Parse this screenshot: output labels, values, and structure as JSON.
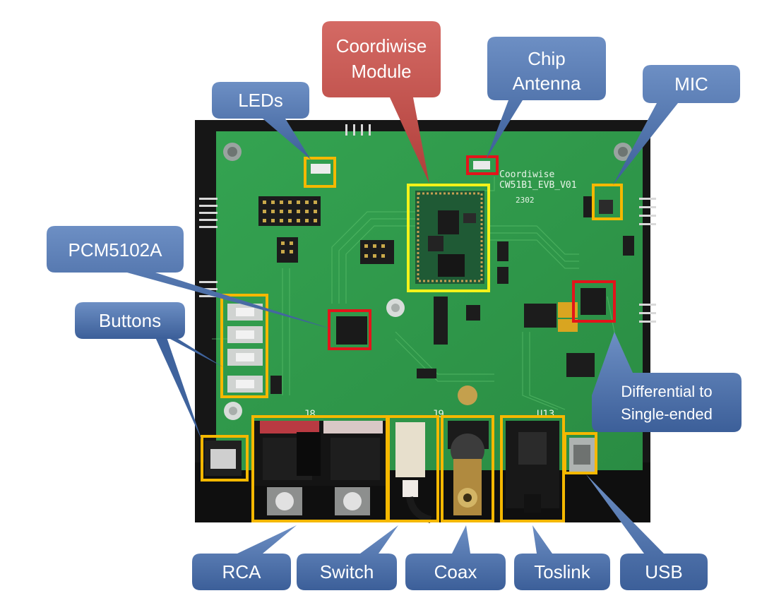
{
  "colors": {
    "blue_callout": "#4a6fa8",
    "red_callout": "#c24a45",
    "yellow_box": "#f5b800",
    "bright_yellow_box": "#f3f21a",
    "red_box": "#e3141b",
    "pcb_green": "#2f9a4a"
  },
  "board": {
    "silkscreen_brand": "Coordiwise",
    "silkscreen_model": "CW51B1_EVB_V01",
    "silkscreen_code": "2302",
    "connector_labels": {
      "j8": "J8",
      "j9": "J9",
      "u13": "U13"
    }
  },
  "callouts": {
    "coordiwise_module": {
      "line1": "Coordiwise",
      "line2": "Module"
    },
    "chip_antenna": {
      "line1": "Chip",
      "line2": "Antenna"
    },
    "leds": {
      "label": "LEDs"
    },
    "mic": {
      "label": "MIC"
    },
    "pcm5102a": {
      "label": "PCM5102A"
    },
    "buttons": {
      "label": "Buttons"
    },
    "differential": {
      "line1": "Differential to",
      "line2": "Single-ended"
    },
    "rca": {
      "label": "RCA"
    },
    "switch": {
      "label": "Switch"
    },
    "coax": {
      "label": "Coax"
    },
    "toslink": {
      "label": "Toslink"
    },
    "usb": {
      "label": "USB"
    }
  }
}
